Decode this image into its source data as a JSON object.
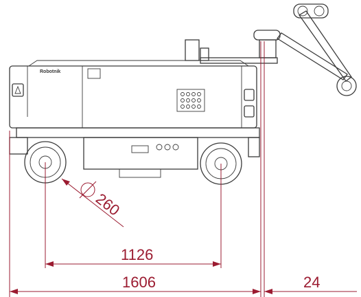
{
  "drawing": {
    "brand_label": "Robotnik",
    "dimensions": {
      "wheelbase": "1126",
      "overall_length": "1606",
      "arm_offset": "24",
      "wheel_diameter": "260"
    },
    "colors": {
      "dimension": "#9b1b30",
      "outline": "#3a3a3a",
      "background": "#ffffff"
    }
  }
}
